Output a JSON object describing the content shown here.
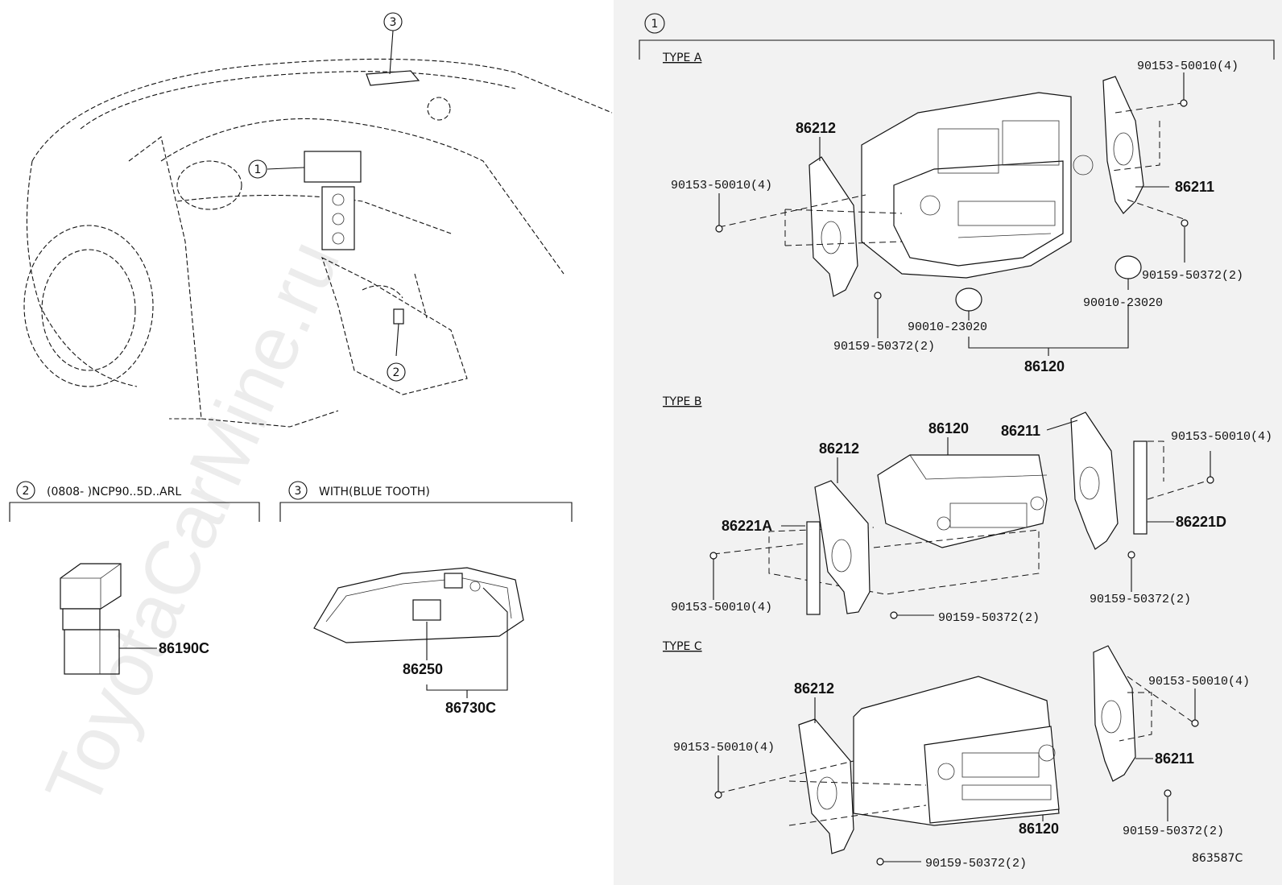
{
  "watermark": "ToyotaCarMine.ru",
  "figure_code": "863587C",
  "callouts": {
    "c1": "1",
    "c2": "2",
    "c3": "3"
  },
  "left": {
    "section2": {
      "number": "2",
      "header": "(0808-      )NCP90..5D..ARL",
      "part": "86190C"
    },
    "section3": {
      "number": "3",
      "header": "WITH(BLUE TOOTH)",
      "part_a": "86250",
      "part_b": "86730C"
    }
  },
  "right": {
    "section_number": "1",
    "type_a": {
      "label": "TYPE A",
      "p86212": "86212",
      "p86211": "86211",
      "p86120": "86120",
      "screw_left": "90153-50010(4)",
      "screw_right": "90153-50010(4)",
      "bolt_right": "90159-50372(2)",
      "bolt_left": "90159-50372(2)",
      "knob_right": "90010-23020",
      "knob_left": "90010-23020"
    },
    "type_b": {
      "label": "TYPE B",
      "p86120": "86120",
      "p86211": "86211",
      "p86212": "86212",
      "p86221a": "86221A",
      "p86221d": "86221D",
      "screw_right": "90153-50010(4)",
      "screw_left": "90153-50010(4)",
      "bolt_right": "90159-50372(2)",
      "bolt_left": "90159-50372(2)"
    },
    "type_c": {
      "label": "TYPE C",
      "p86212": "86212",
      "p86211": "86211",
      "p86120": "86120",
      "screw_right": "90153-50010(4)",
      "screw_left": "90153-50010(4)",
      "bolt_right": "90159-50372(2)",
      "bolt_left": "90159-50372(2)"
    }
  }
}
